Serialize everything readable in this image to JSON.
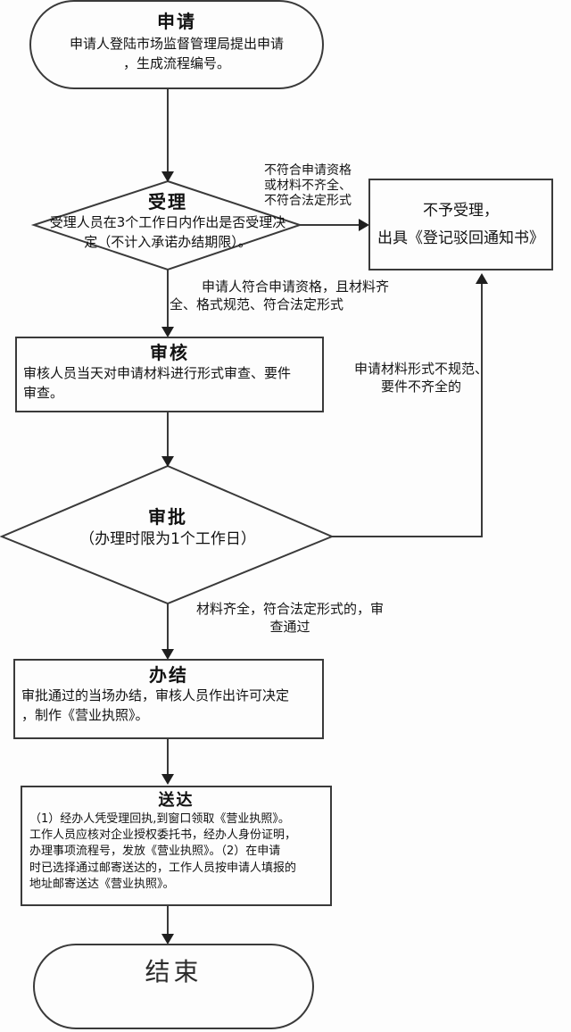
{
  "flowchart": {
    "start": {
      "title": "申请",
      "body": "申请人登陆市场监督管理局提出申请\n，生成流程编号。"
    },
    "accept": {
      "title": "受理",
      "body": "受理人员在3个工作日内作出是否受理决\n定（不计入承诺办结期限）。"
    },
    "reject": {
      "body": "不予受理，\n出具《登记驳回通知书》"
    },
    "review": {
      "title": "审核",
      "body": "审核人员当天对申请材料进行形式审查、要件\n审查。"
    },
    "approve": {
      "title": "审批",
      "body": "（办理时限为1个工作日）"
    },
    "complete": {
      "title": "办结",
      "body": "审批通过的当场办结，审核人员作出许可决定\n，制作《营业执照》。"
    },
    "deliver": {
      "title": "送达",
      "body": "（1）经办人凭受理回执,到窗口领取《营业执照》。\n工作人员应核对企业授权委托书，经办人身份证明，\n办理事项流程号，发放《营业执照》。（2）在申请\n时已选择通过邮寄送达的，工作人员按申请人填报的\n地址邮寄送达《营业执照》。"
    },
    "end": {
      "title": "结束"
    },
    "labels": {
      "reject_reason": "不符合申请资格\n或材料不齐全、\n不符合法定形式",
      "accept_pass": "申请人符合申请资格，且材料齐\n全、格式规范、符合法定形式",
      "review_fail": "申请材料形式不规范、\n要件不齐全的",
      "approve_pass": "材料齐全，符合法定形式的，审\n查通过"
    },
    "colors": {
      "line": "#3a3a3a",
      "arrow": "#1f1f1f",
      "background": "#fdfdfd"
    }
  }
}
